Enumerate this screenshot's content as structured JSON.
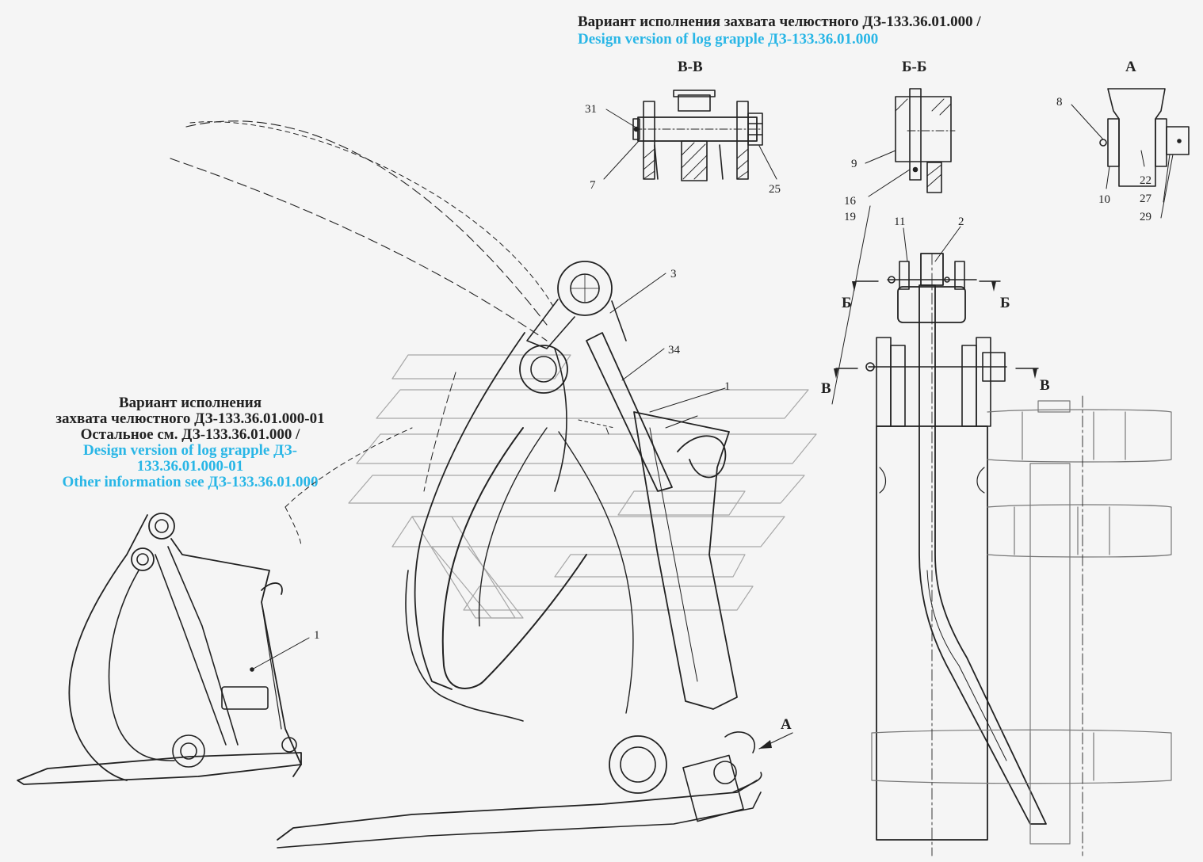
{
  "titles": {
    "main_ru": "Вариант исполнения захвата челюстного ДЗ-133.36.01.000 /",
    "main_en": "Design version of log grapple ДЗ-133.36.01.000",
    "variant_ru": [
      "Вариант исполнения",
      "захвата челюстного ДЗ-133.36.01.000-01",
      "Остальное см. ДЗ-133.36.01.000 /"
    ],
    "variant_en": [
      "Design version of log grapple ДЗ-",
      "133.36.01.000-01",
      "Other information see ДЗ-133.36.01.000"
    ]
  },
  "section_labels": {
    "vv": "В-В",
    "bb": "Б-Б",
    "a": "А",
    "cut_b_left": "Б",
    "cut_b_right": "Б",
    "cut_v_left": "В",
    "cut_v_right": "В",
    "view_a": "А"
  },
  "callouts": {
    "c31": "31",
    "c7": "7",
    "c25": "25",
    "c9": "9",
    "c16": "16",
    "c19": "19",
    "c8": "8",
    "c10": "10",
    "c22": "22",
    "c27": "27",
    "c29": "29",
    "c11": "11",
    "c2": "2",
    "c3": "3",
    "c34": "34",
    "c1_main": "1",
    "c1_variant": "1"
  },
  "colors": {
    "accent": "#29b6e6",
    "ink": "#222222",
    "background": "#f5f5f5"
  }
}
